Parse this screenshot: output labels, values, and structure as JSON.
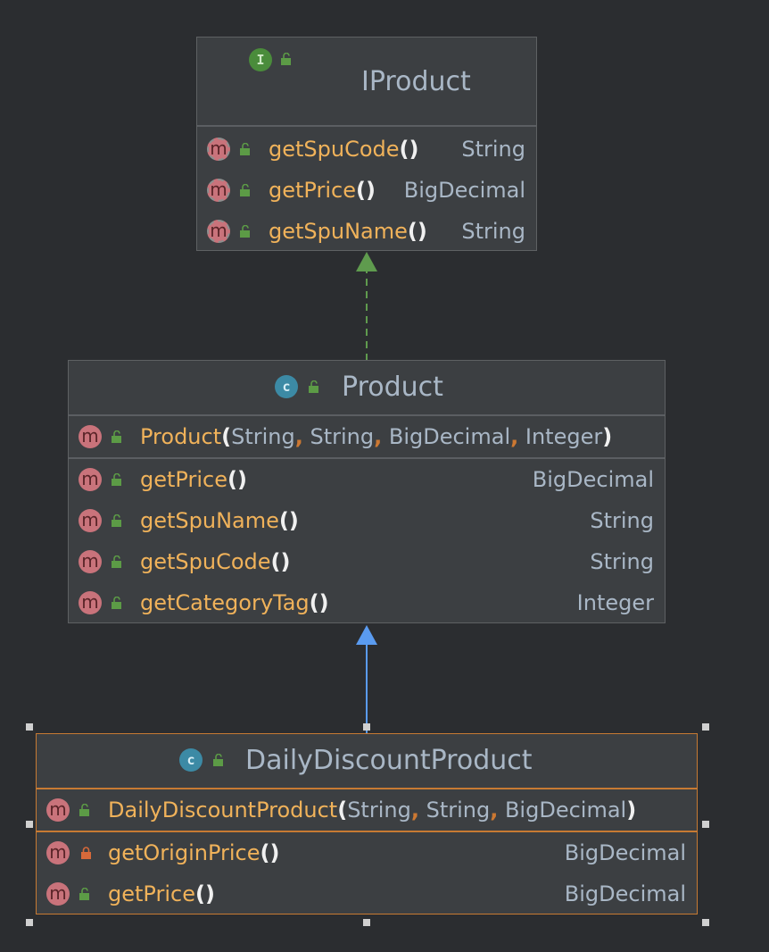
{
  "nodes": {
    "iproduct": {
      "kind": "I",
      "name": "IProduct",
      "methods": [
        {
          "name": "getSpuCode",
          "type": "String"
        },
        {
          "name": "getPrice",
          "type": "BigDecimal"
        },
        {
          "name": "getSpuName",
          "type": "String"
        }
      ]
    },
    "product": {
      "kind": "c",
      "name": "Product",
      "constructor": {
        "name": "Product",
        "params": [
          "String",
          "String",
          "BigDecimal",
          "Integer"
        ]
      },
      "methods": [
        {
          "name": "getPrice",
          "type": "BigDecimal"
        },
        {
          "name": "getSpuName",
          "type": "String"
        },
        {
          "name": "getSpuCode",
          "type": "String"
        },
        {
          "name": "getCategoryTag",
          "type": "Integer"
        }
      ]
    },
    "daily": {
      "kind": "c",
      "name": "DailyDiscountProduct",
      "constructor": {
        "name": "DailyDiscountProduct",
        "params": [
          "String",
          "String",
          "BigDecimal"
        ]
      },
      "methods": [
        {
          "name": "getOriginPrice",
          "type": "BigDecimal"
        },
        {
          "name": "getPrice",
          "type": "BigDecimal"
        }
      ]
    }
  },
  "symbols": {
    "method_badge": "m",
    "paren": "()",
    "open_paren": "(",
    "close_paren": ")",
    "comma": ","
  },
  "colors": {
    "background": "#2b2d30",
    "node_fill": "#3c3f42",
    "method_name": "#f0b25a",
    "realization_edge": "#5f9b4e",
    "inheritance_edge": "#5a9bf0",
    "selection_border": "#c77a33"
  },
  "edges": [
    {
      "from": "Product",
      "to": "IProduct",
      "type": "realization"
    },
    {
      "from": "DailyDiscountProduct",
      "to": "Product",
      "type": "generalization"
    }
  ]
}
